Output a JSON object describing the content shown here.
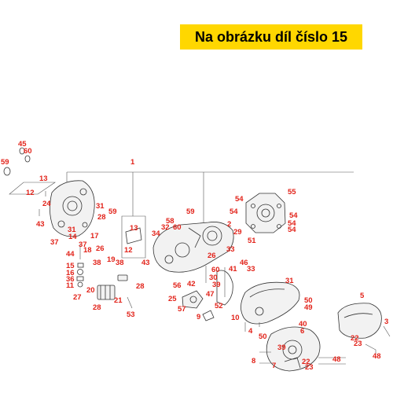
{
  "banner": {
    "text": "Na obrázku díl číslo 15"
  },
  "colors": {
    "banner_bg": "#ffd700",
    "label": "#e2231a",
    "line": "#333333"
  },
  "callouts": [
    {
      "text": "45"
    },
    {
      "text": "60"
    },
    {
      "text": "59"
    },
    {
      "text": "13"
    },
    {
      "text": "12"
    },
    {
      "text": "24"
    },
    {
      "text": "43"
    },
    {
      "text": "1"
    },
    {
      "text": "31"
    },
    {
      "text": "28"
    },
    {
      "text": "59"
    },
    {
      "text": "13"
    },
    {
      "text": "12"
    },
    {
      "text": "31"
    },
    {
      "text": "14"
    },
    {
      "text": "37"
    },
    {
      "text": "37"
    },
    {
      "text": "18"
    },
    {
      "text": "44"
    },
    {
      "text": "17"
    },
    {
      "text": "26"
    },
    {
      "text": "38"
    },
    {
      "text": "19"
    },
    {
      "text": "38"
    },
    {
      "text": "15"
    },
    {
      "text": "16"
    },
    {
      "text": "36"
    },
    {
      "text": "11"
    },
    {
      "text": "20"
    },
    {
      "text": "27"
    },
    {
      "text": "28"
    },
    {
      "text": "21"
    },
    {
      "text": "53"
    },
    {
      "text": "28"
    },
    {
      "text": "58"
    },
    {
      "text": "32"
    },
    {
      "text": "60"
    },
    {
      "text": "59"
    },
    {
      "text": "34"
    },
    {
      "text": "2"
    },
    {
      "text": "29"
    },
    {
      "text": "51"
    },
    {
      "text": "43"
    },
    {
      "text": "33"
    },
    {
      "text": "46"
    },
    {
      "text": "33"
    },
    {
      "text": "26"
    },
    {
      "text": "42"
    },
    {
      "text": "56"
    },
    {
      "text": "60"
    },
    {
      "text": "30"
    },
    {
      "text": "39"
    },
    {
      "text": "47"
    },
    {
      "text": "41"
    },
    {
      "text": "52"
    },
    {
      "text": "25"
    },
    {
      "text": "57"
    },
    {
      "text": "9"
    },
    {
      "text": "55"
    },
    {
      "text": "54"
    },
    {
      "text": "54"
    },
    {
      "text": "54"
    },
    {
      "text": "54"
    },
    {
      "text": "54"
    },
    {
      "text": "31"
    },
    {
      "text": "50"
    },
    {
      "text": "49"
    },
    {
      "text": "10"
    },
    {
      "text": "4"
    },
    {
      "text": "50"
    },
    {
      "text": "40"
    },
    {
      "text": "6"
    },
    {
      "text": "39"
    },
    {
      "text": "8"
    },
    {
      "text": "7"
    },
    {
      "text": "22"
    },
    {
      "text": "23"
    },
    {
      "text": "5"
    },
    {
      "text": "3"
    },
    {
      "text": "22"
    },
    {
      "text": "23"
    },
    {
      "text": "48"
    },
    {
      "text": "48"
    }
  ]
}
